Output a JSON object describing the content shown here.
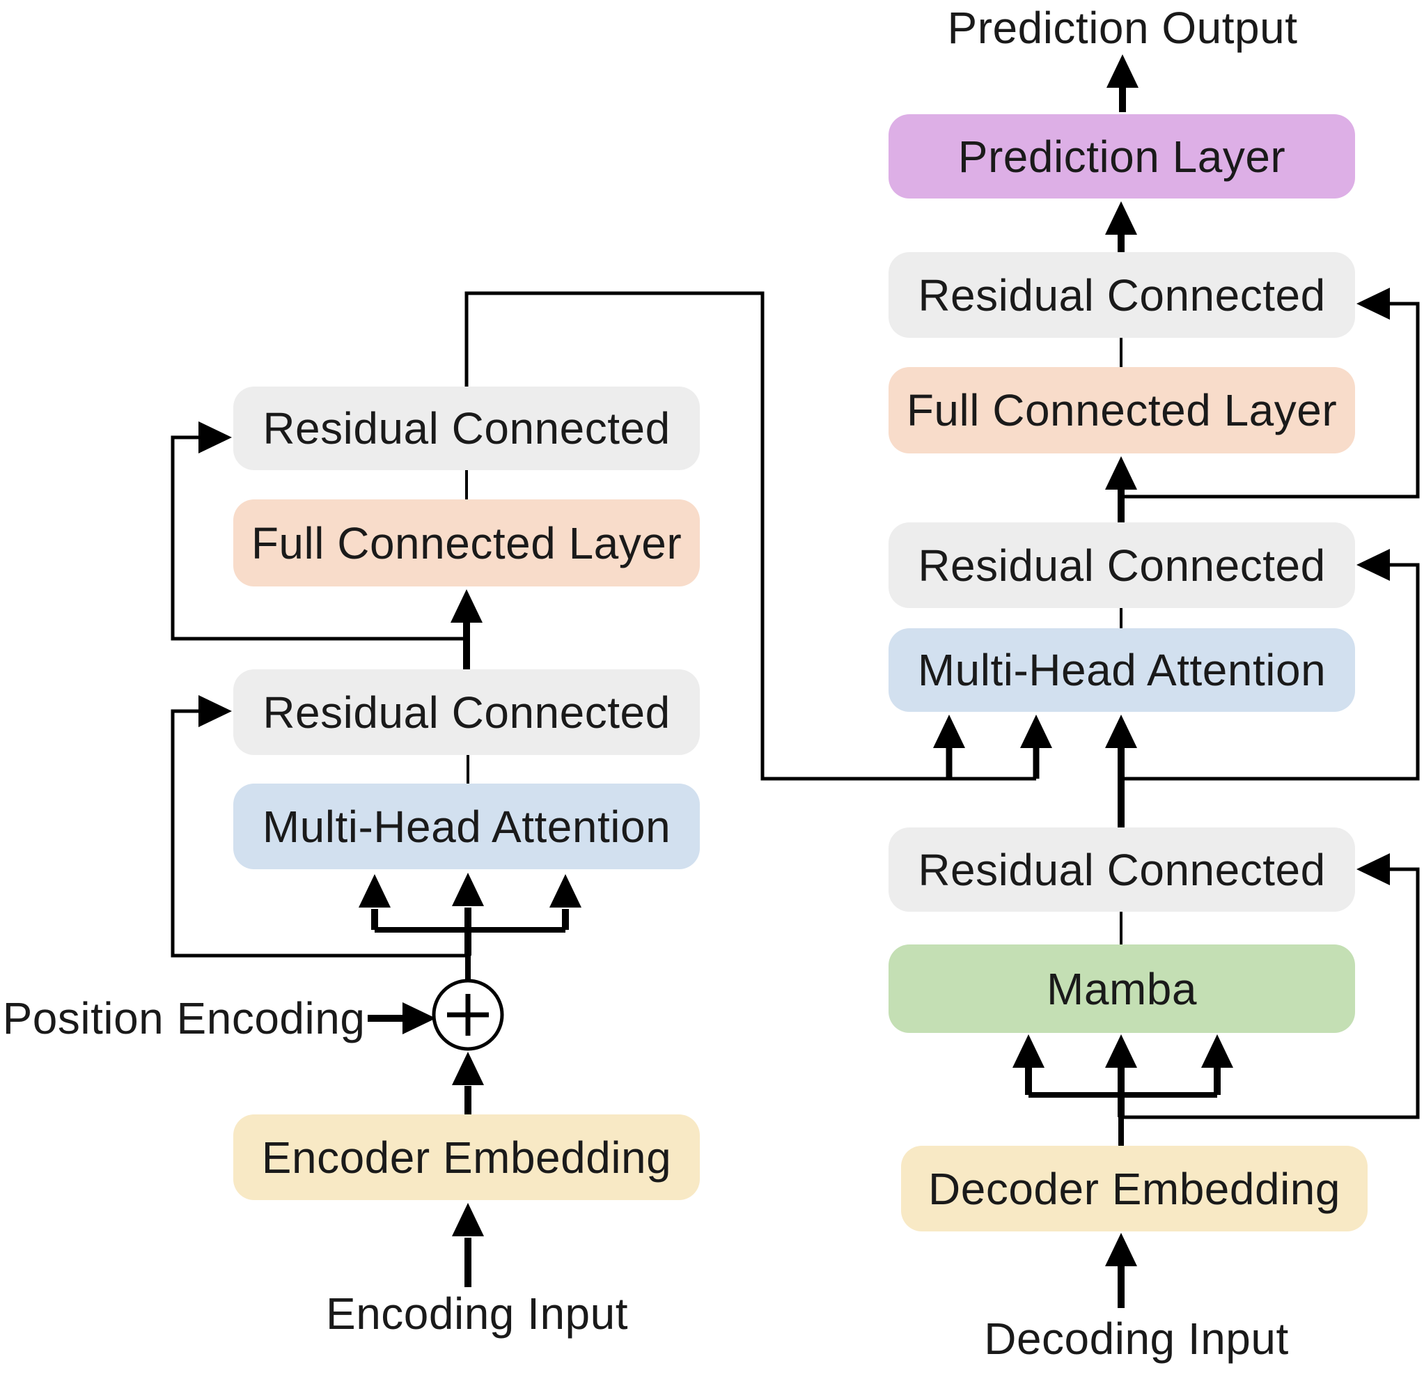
{
  "figure": {
    "background": "#FFFFFF",
    "text_color": "#1A1A1A",
    "line_color": "#000000"
  },
  "colors": {
    "residual": "#EDEDED",
    "attention": "#D2E0EF",
    "fully_connected": "#F8DCCA",
    "embedding": "#F8E9C5",
    "mamba": "#C4DFB4",
    "prediction": "#DDAFE6"
  },
  "labels": {
    "prediction_output": "Prediction Output",
    "position_encoding": "Position Encoding",
    "encoding_input": "Encoding Input",
    "decoding_input": "Decoding Input"
  },
  "operator": {
    "add_symbol": "+"
  },
  "encoder": {
    "nodes": [
      {
        "id": "enc-residual-top",
        "text": "Residual Connected",
        "type": "residual"
      },
      {
        "id": "enc-fc",
        "text": "Full Connected Layer",
        "type": "fully_connected"
      },
      {
        "id": "enc-residual-bottom",
        "text": "Residual Connected",
        "type": "residual"
      },
      {
        "id": "enc-mha",
        "text": "Multi-Head Attention",
        "type": "attention"
      },
      {
        "id": "enc-embedding",
        "text": "Encoder Embedding",
        "type": "embedding"
      }
    ]
  },
  "decoder": {
    "nodes": [
      {
        "id": "dec-prediction",
        "text": "Prediction Layer",
        "type": "prediction"
      },
      {
        "id": "dec-residual-1",
        "text": "Residual Connected",
        "type": "residual"
      },
      {
        "id": "dec-fc",
        "text": "Full Connected Layer",
        "type": "fully_connected"
      },
      {
        "id": "dec-residual-2",
        "text": "Residual Connected",
        "type": "residual"
      },
      {
        "id": "dec-mha",
        "text": "Multi-Head Attention",
        "type": "attention"
      },
      {
        "id": "dec-residual-3",
        "text": "Residual Connected",
        "type": "residual"
      },
      {
        "id": "dec-mamba",
        "text": "Mamba",
        "type": "mamba"
      },
      {
        "id": "dec-embedding",
        "text": "Decoder Embedding",
        "type": "embedding"
      }
    ]
  }
}
